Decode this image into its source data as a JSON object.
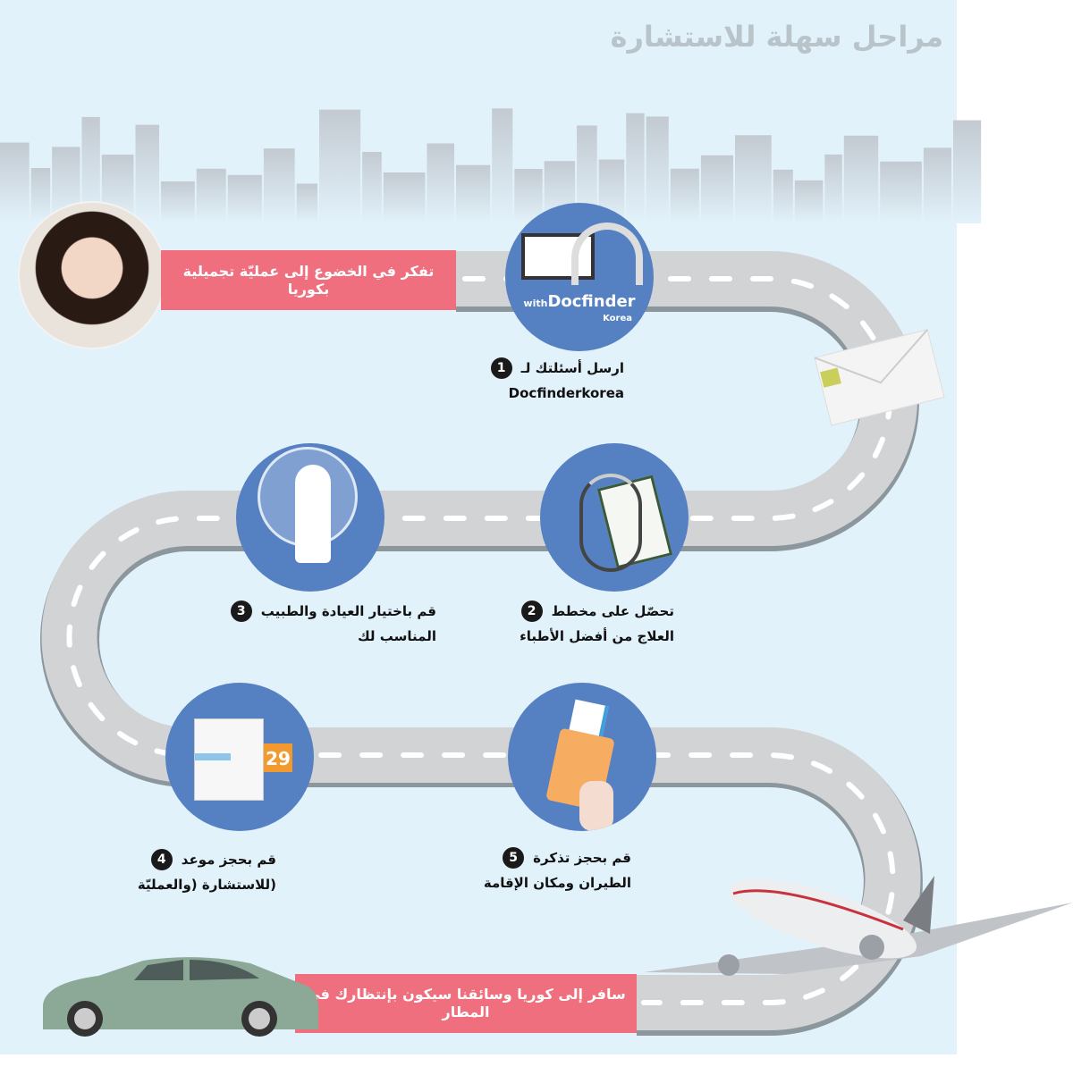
{
  "title": "مراحل سهلة للاستشارة",
  "start_banner": "تفكر في الخضوع إلى عمليّة تجميلية بكوريا",
  "end_banner": "سافر إلى كوريا وسائقنا سيكون بإنتظارك في المطار",
  "brand": {
    "with": "with",
    "name": "Docfinder",
    "sub": "Korea"
  },
  "calendar_day": "29",
  "colors": {
    "background": "#e2f2fb",
    "road": "#d2d3d5",
    "circle": "#5580c2",
    "banner": "#ef6f7e"
  },
  "steps": [
    {
      "number": "1",
      "line1": "ارسل أسئلتك لـ",
      "line2": "Docfinderkorea"
    },
    {
      "number": "2",
      "line1": "تحصّل على مخطط",
      "line2": "العلاج من أفضل الأطباء"
    },
    {
      "number": "3",
      "line1": "قم باختيار العيادة والطبيب",
      "line2": "المناسب لك"
    },
    {
      "number": "4",
      "line1": "قم بحجز موعد",
      "line2": "(للاستشارة (والعمليّة"
    },
    {
      "number": "5",
      "line1": "قم بحجز تذكرة",
      "line2": "الطيران ومكان الإقامة"
    }
  ]
}
